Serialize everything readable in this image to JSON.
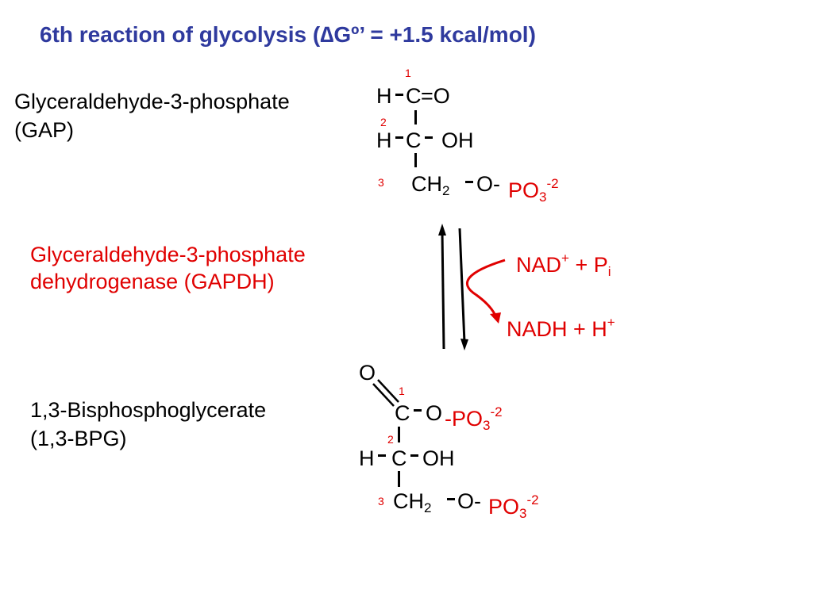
{
  "title": "6th reaction of glycolysis (∆Gº’ = +1.5 kcal/mol)",
  "substrate": {
    "name_line1": "Glyceraldehyde-3-phosphate",
    "name_line2": "(GAP)"
  },
  "enzyme": {
    "line1": "Glyceraldehyde-3-phosphate",
    "line2": "dehydrogenase (GAPDH)"
  },
  "product": {
    "name_line1": "1,3-Bisphosphoglycerate",
    "name_line2": "(1,3-BPG)"
  },
  "cofactor_in": {
    "main": "NAD",
    "charge": "+",
    "plus": " + P",
    "sub": "i"
  },
  "cofactor_out": {
    "main": "NADH + H",
    "charge": "+"
  },
  "numbers": {
    "c1": "1",
    "c2": "2",
    "c3": "3"
  },
  "atoms": {
    "H": "H",
    "C": "C",
    "O": "O",
    "eqO": "=O",
    "OH": "OH",
    "CH": "CH",
    "two": "2",
    "Ominus": "O-",
    "minusPO": "-PO",
    "PO": "PO",
    "three": "3",
    "charge": "-2"
  },
  "colors": {
    "title": "#2f3a9e",
    "accent": "#e00000",
    "text": "#000000"
  }
}
